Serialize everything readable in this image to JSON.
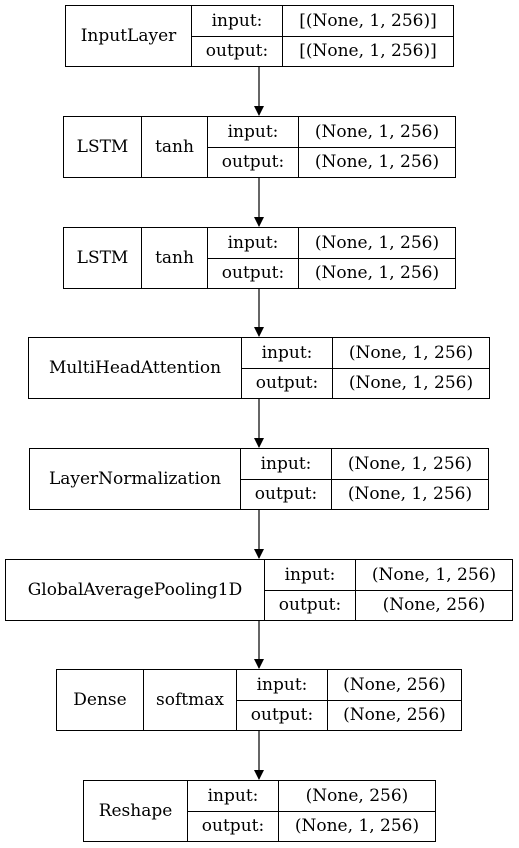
{
  "layers": [
    {
      "name": "InputLayer",
      "activation": "",
      "input_label": "input:",
      "input_value": "[(None, 1, 256)]",
      "output_label": "output:",
      "output_value": "[(None, 1, 256)]"
    },
    {
      "name": "LSTM",
      "activation": "tanh",
      "input_label": "input:",
      "input_value": "(None, 1, 256)",
      "output_label": "output:",
      "output_value": "(None, 1, 256)"
    },
    {
      "name": "LSTM",
      "activation": "tanh",
      "input_label": "input:",
      "input_value": "(None, 1, 256)",
      "output_label": "output:",
      "output_value": "(None, 1, 256)"
    },
    {
      "name": "MultiHeadAttention",
      "activation": "",
      "input_label": "input:",
      "input_value": "(None, 1, 256)",
      "output_label": "output:",
      "output_value": "(None, 1, 256)"
    },
    {
      "name": "LayerNormalization",
      "activation": "",
      "input_label": "input:",
      "input_value": "(None, 1, 256)",
      "output_label": "output:",
      "output_value": "(None, 1, 256)"
    },
    {
      "name": "GlobalAveragePooling1D",
      "activation": "",
      "input_label": "input:",
      "input_value": "(None, 1, 256)",
      "output_label": "output:",
      "output_value": "(None, 256)"
    },
    {
      "name": "Dense",
      "activation": "softmax",
      "input_label": "input:",
      "input_value": "(None, 256)",
      "output_label": "output:",
      "output_value": "(None, 256)"
    },
    {
      "name": "Reshape",
      "activation": "",
      "input_label": "input:",
      "input_value": "(None, 256)",
      "output_label": "output:",
      "output_value": "(None, 1, 256)"
    }
  ],
  "colors": {
    "stroke": "#000000",
    "background": "#ffffff"
  }
}
